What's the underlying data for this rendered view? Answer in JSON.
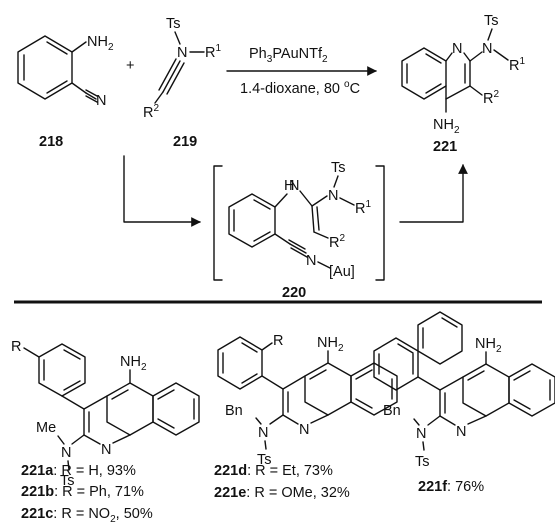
{
  "reagents": {
    "catalyst": "Ph3PAuNTf2",
    "catalyst_parts": {
      "a": "Ph",
      "a_sub": "3",
      "b": "PAuNTf",
      "b_sub": "2"
    },
    "conditions": "1.4-dioxane, 80 °C",
    "conditions_parts": {
      "a": "1.4-dioxane, 80 ",
      "sup": "o",
      "b": "C"
    }
  },
  "compounds": {
    "c218": "218",
    "c219": "219",
    "c220": "220",
    "c221": "221"
  },
  "atom_labels": {
    "NH2": "NH",
    "sub2": "2",
    "N": "N",
    "Ts": "Ts",
    "R": "R",
    "sup1": "1",
    "sup2": "2",
    "plus": "+",
    "H": "H",
    "Au": "[Au]",
    "Me": "Me",
    "Bn": "Bn"
  },
  "products": [
    {
      "id": "221a",
      "text": ": R = H,  93%"
    },
    {
      "id": "221b",
      "text": ": R = Ph,  71%"
    },
    {
      "id": "221c",
      "text_a": ": R = NO",
      "sub": "2",
      "text_b": ", 50%"
    },
    {
      "id": "221d",
      "text": ": R = Et, 73%"
    },
    {
      "id": "221e",
      "text": ": R = OMe, 32%"
    },
    {
      "id": "221f",
      "text": ": 76%"
    }
  ]
}
